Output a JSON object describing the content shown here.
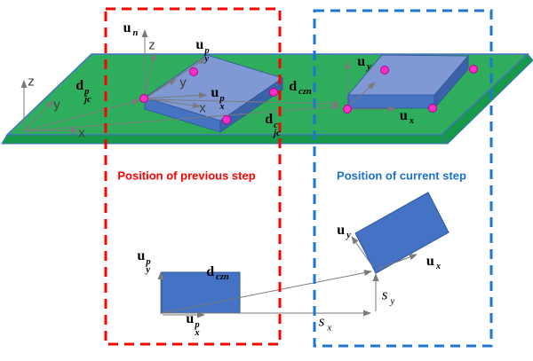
{
  "regions": {
    "previous_step": {
      "label": "Position of previous step",
      "color": "#ff0000"
    },
    "current_step": {
      "label": "Position of current step",
      "color": "#1b70cc"
    }
  },
  "axis_labels": {
    "x": "x",
    "y": "y",
    "z": "z"
  },
  "vector_labels": {
    "u_n": {
      "base": "u",
      "sub": "n"
    },
    "u_y_p": {
      "base": "u",
      "sup": "p",
      "sub": "y"
    },
    "u_x_p": {
      "base": "u",
      "sup": "p",
      "sub": "x"
    },
    "u_y": {
      "base": "u",
      "sub": "y"
    },
    "u_x": {
      "base": "u",
      "sub": "x"
    },
    "d_jc_p": {
      "base": "d",
      "sup": "p",
      "sub": "jc"
    },
    "d_jc_c": {
      "base": "d",
      "sup": "c",
      "sub": "jc"
    },
    "d_czn": {
      "base": "d",
      "sub": "czn"
    },
    "s_x": {
      "base": "s",
      "sub": "x"
    },
    "s_y": {
      "base": "s",
      "sub": "y"
    }
  },
  "colors": {
    "plane_top": "#2eae5d",
    "plane_side": "#169a49",
    "box_top": "#8098d4",
    "box_front": "#4673c2",
    "box_side": "#3a62a8",
    "rect_fill": "#4472c4",
    "corner_dot": "#ff2fc8",
    "arrow": "#7a7a7a",
    "dashed_red": "#ff0000",
    "dashed_blue": "#1e76d2"
  }
}
